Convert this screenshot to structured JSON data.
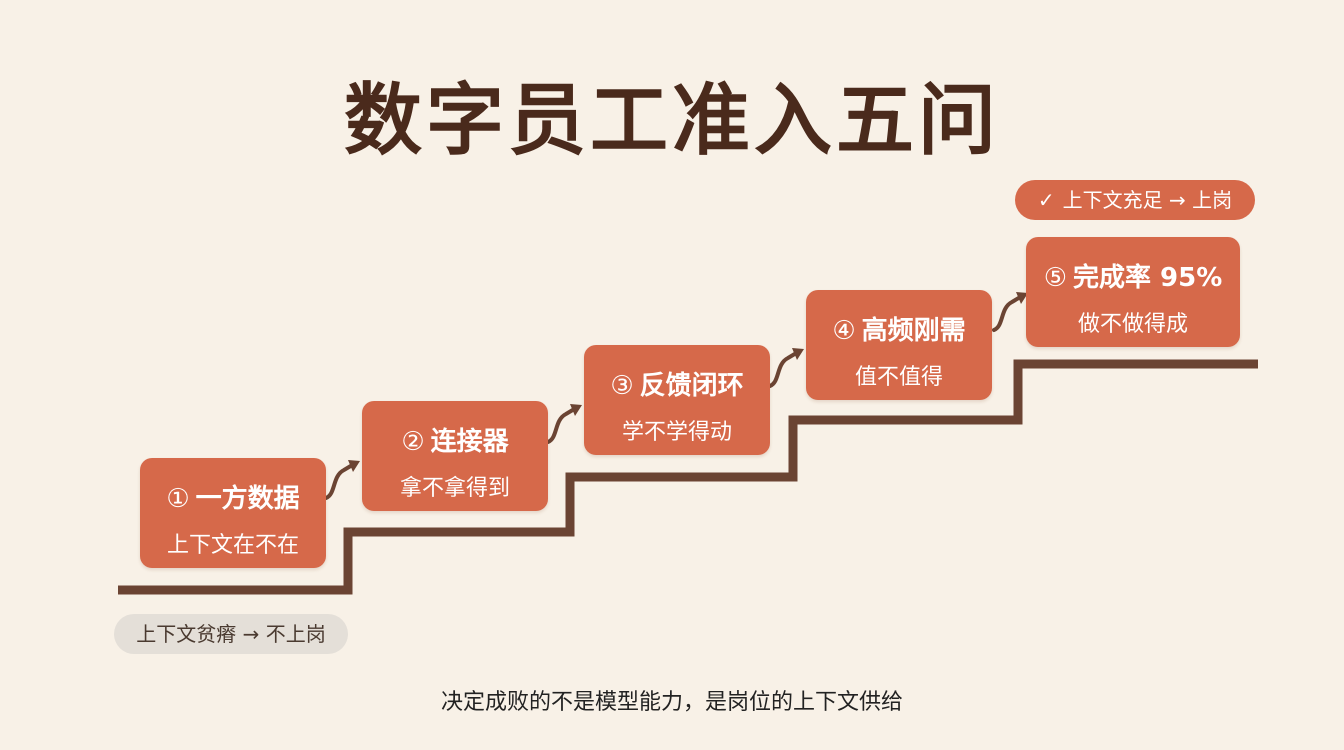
{
  "title": "数字员工准入五问",
  "steps": [
    {
      "num": "①",
      "title": "一方数据",
      "subtitle": "上下文在不在"
    },
    {
      "num": "②",
      "title": "连接器",
      "subtitle": "拿不拿得到"
    },
    {
      "num": "③",
      "title": "反馈闭环",
      "subtitle": "学不学得动"
    },
    {
      "num": "④",
      "title": "高频刚需",
      "subtitle": "值不值得"
    },
    {
      "num": "⑤",
      "title": "完成率 95%",
      "subtitle": "做不做得成"
    }
  ],
  "top_badge": {
    "icon": "check-icon",
    "text": "上下文充足 → 上岗"
  },
  "bottom_badge": {
    "text": "上下文贫瘠 → 不上岗"
  },
  "caption": "决定成败的不是模型能力，是岗位的上下文供给",
  "colors": {
    "background": "#f8f1e7",
    "card": "#d6694a",
    "stairs": "#6b4433",
    "title": "#4a2a1c",
    "neutral_badge": "#e4dfd8"
  }
}
